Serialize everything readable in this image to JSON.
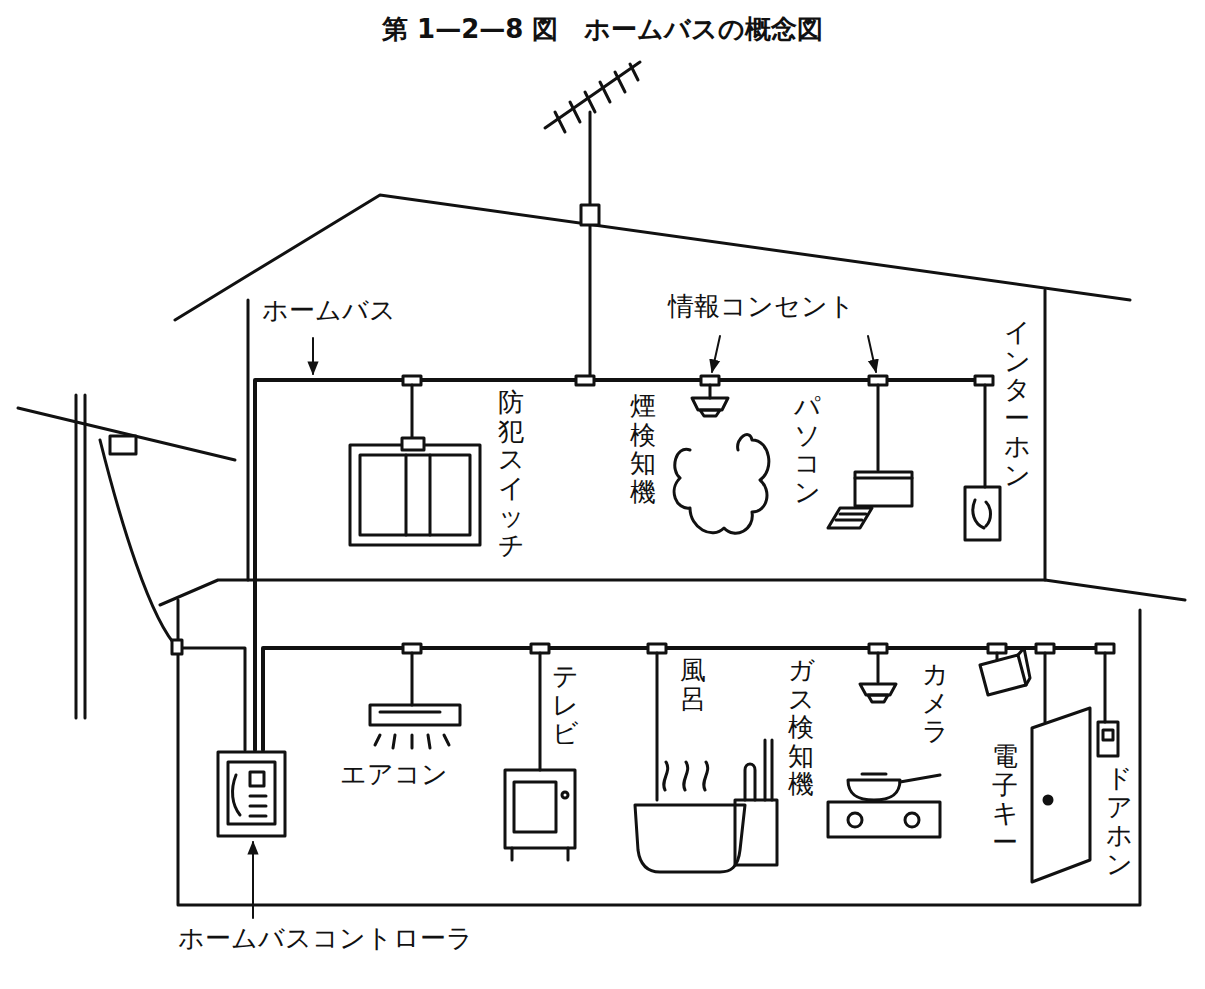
{
  "diagram": {
    "title": "第 1—2—8 図　ホームバスの概念図",
    "labels": [
      "ホームバス",
      "情報コンセント",
      "インターホン",
      "防犯スイッチ",
      "煙検知機",
      "パソコン",
      "エアコン",
      "テレビ",
      "風呂",
      "ガス検知機",
      "カメラ",
      "電子キー",
      "ドアホン",
      "ホームバスコントローラ"
    ]
  }
}
